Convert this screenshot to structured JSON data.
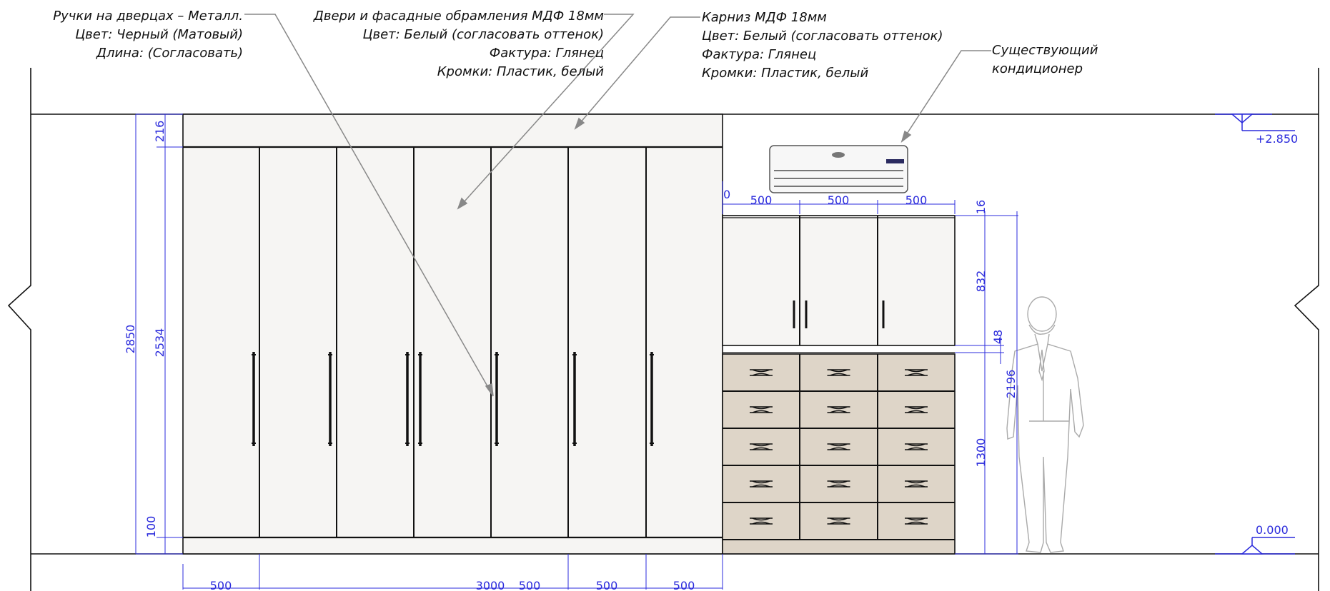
{
  "annotations": {
    "handles": {
      "line1": "Ручки на дверцах – Металл.",
      "line2": "Цвет: Черный (Матовый)",
      "line3": "Длина: (Согласовать)"
    },
    "doors": {
      "line1": "Двери и фасадные обрамления МДФ 18мм",
      "line2": "Цвет: Белый (согласовать оттенок)",
      "line3": "Фактура: Глянец",
      "line4": "Кромки: Пластик, белый"
    },
    "cornice": {
      "line1": "Карниз МДФ 18мм",
      "line2": "Цвет: Белый (согласовать оттенок)",
      "line3": "Фактура: Глянец",
      "line4": "Кромки: Пластик, белый"
    },
    "ac": {
      "line1": "Существующий",
      "line2": "кондиционер"
    }
  },
  "levels": {
    "top": "+2.850",
    "bottom": "0.000"
  },
  "dimensions": {
    "total_height": "2850",
    "wardrobe_height": "2534",
    "cornice": "216",
    "plinth": "100",
    "upper_cab_top": "16",
    "upper_cab": "832",
    "gap": "48",
    "lower_total": "2196",
    "drawers": "1300",
    "zero": "0",
    "upper_widths": [
      "500",
      "500",
      "500"
    ],
    "bottom_labels": [
      "500",
      "3000",
      "500",
      "500",
      "500"
    ]
  },
  "colors": {
    "dimension": "#2b2bdc",
    "door_fill": "#f6f5f3",
    "drawer_fill": "#ded5c8",
    "outline": "#111111",
    "figure": "#aaaaaa"
  }
}
